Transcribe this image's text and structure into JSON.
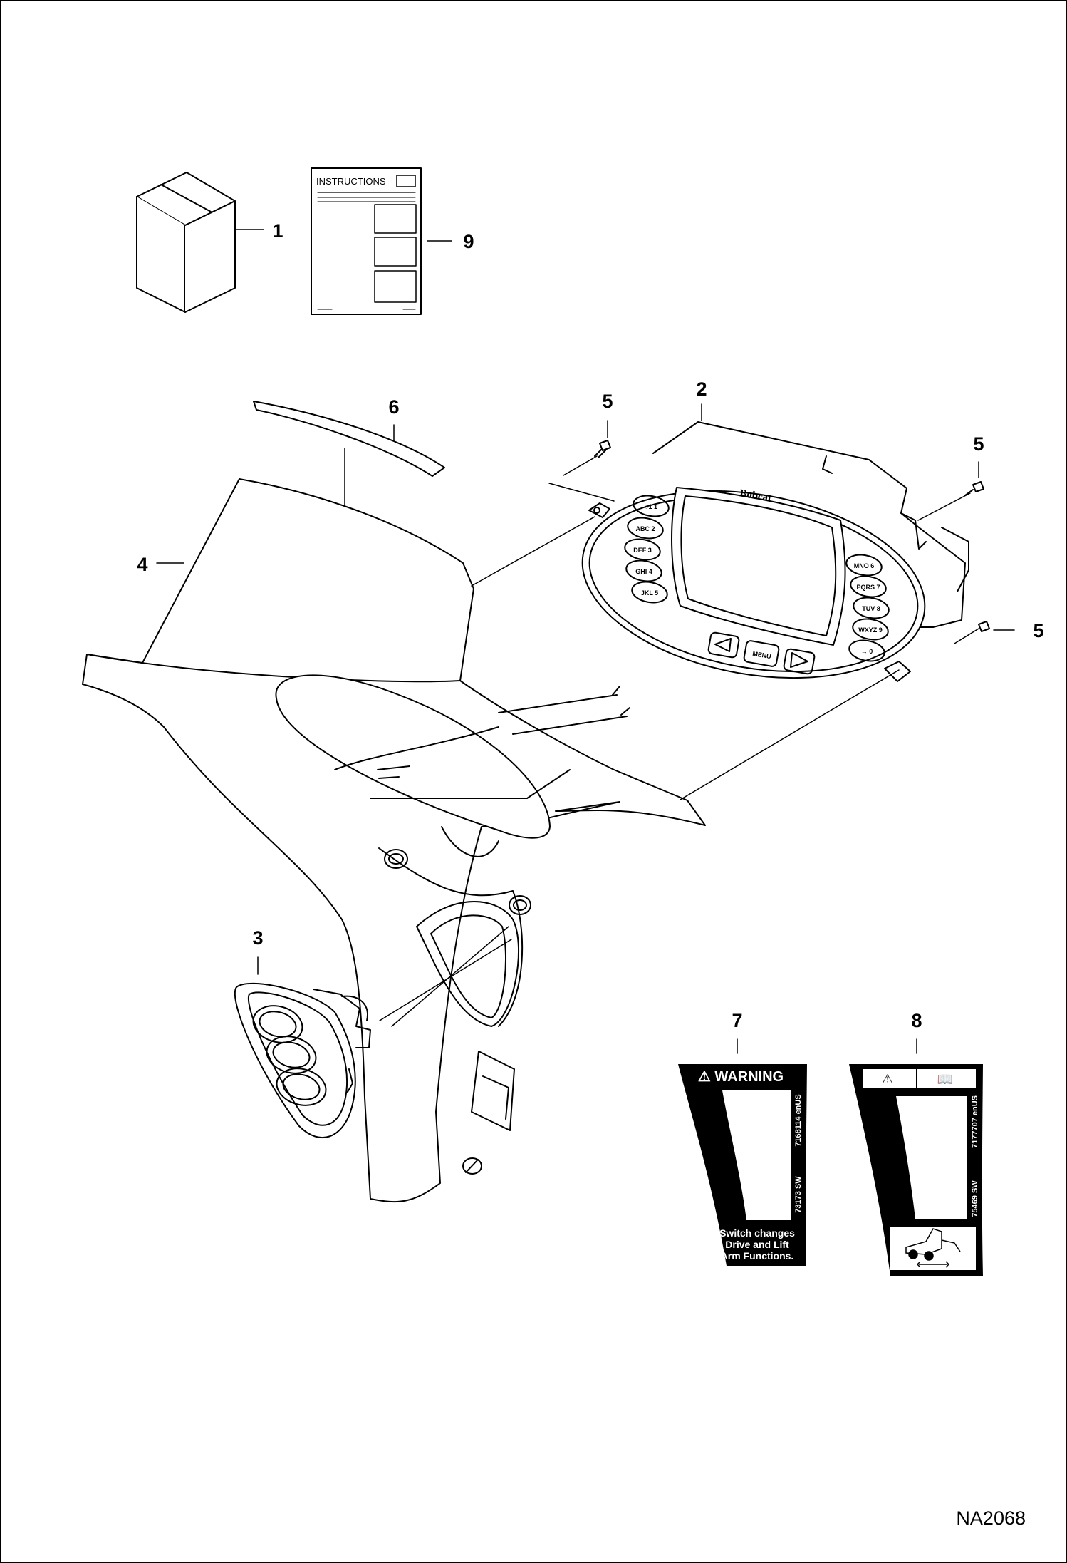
{
  "callouts": {
    "c1": "1",
    "c2": "2",
    "c3": "3",
    "c4": "4",
    "c5a": "5",
    "c5b": "5",
    "c5c": "5",
    "c6": "6",
    "c7": "7",
    "c8": "8",
    "c9": "9"
  },
  "instructions": {
    "title": "INSTRUCTIONS"
  },
  "display": {
    "brand": "Bobcat",
    "center_key": "MENU",
    "left_keys": [
      "1",
      "2",
      "3",
      "4",
      "5"
    ],
    "left_key_prefixes": [
      "○1",
      "ABC",
      "DEF",
      "GHI",
      "JKL"
    ],
    "right_keys": [
      "6",
      "7",
      "8",
      "9",
      "0"
    ],
    "right_key_prefixes": [
      "MNO",
      "PQRS",
      "TUV",
      "WXYZ",
      "→"
    ]
  },
  "decal_7": {
    "header": "⚠ WARNING",
    "side_top": "7168114 enUS",
    "side_bottom": "73173 SW",
    "footer_line1": "Switch changes",
    "footer_line2": "Drive and Lift",
    "footer_line3": "Arm Functions."
  },
  "decal_8": {
    "header_left": "⚠",
    "header_right": "📖",
    "side_top": "7177707 enUS",
    "side_bottom": "75469 SW"
  },
  "figure_ref": "NA2068"
}
